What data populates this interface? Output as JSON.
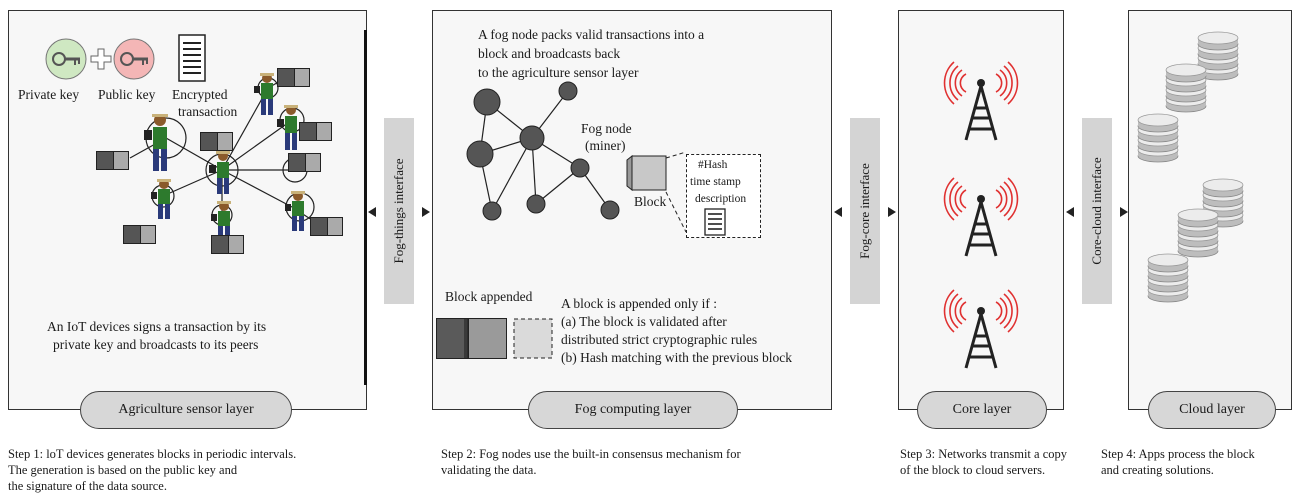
{
  "layers": {
    "agriculture": {
      "label": "Agriculture sensor layer",
      "private_key": "Private key",
      "public_key": "Public key",
      "encrypted_1": "Encrypted",
      "encrypted_2": "transaction",
      "desc_1": "An IoT devices signs a transaction by its",
      "desc_2": "private key and broadcasts to its peers"
    },
    "fog": {
      "label": "Fog computing layer",
      "title_1": "A fog node packs valid transactions into a",
      "title_2": "block and broadcasts back",
      "title_3": "to the agriculture sensor layer",
      "fog_node_1": "Fog node",
      "fog_node_2": "(miner)",
      "hash": "#Hash",
      "timestamp": "time stamp",
      "description": "description",
      "block": "Block",
      "block_appended": "Block appended",
      "rule_0": "A block is appended only if :",
      "rule_1": "(a) The block is validated after",
      "rule_2": "distributed strict cryptographic rules",
      "rule_3": "(b) Hash matching with the previous block"
    },
    "core": {
      "label": "Core layer"
    },
    "cloud": {
      "label": "Cloud layer"
    }
  },
  "interfaces": {
    "fog_things": "Fog-things interface",
    "fog_core": "Fog-core interface",
    "core_cloud": "Core-cloud interface"
  },
  "steps": {
    "step1_1": "Step 1: loT devices generates blocks in periodic intervals.",
    "step1_2": "The generation is based on the public key and",
    "step1_3": "the signature of the data source.",
    "step2_1": "Step 2: Fog nodes use the built-in consensus mechanism for",
    "step2_2": "validating the data.",
    "step3_1": "Step 3: Networks transmit a copy",
    "step3_2": "of the block to cloud servers.",
    "step4_1": "Step 4: Apps process the block",
    "step4_2": "and creating solutions."
  },
  "icons": {
    "private_key": "key-icon",
    "public_key": "key-icon",
    "plus": "plus-icon",
    "document": "document-icon",
    "farmer": "farmer-sensor-icon",
    "device": "device-icon",
    "tower": "radio-tower-icon",
    "database": "database-icon"
  },
  "colors": {
    "panel_bg": "#f7f7f7",
    "pill_bg": "#d7d7d7",
    "interface_bg": "#d4d4d4",
    "node": "#555555",
    "signal": "#e03030",
    "private_key": "#cfe8c2",
    "public_key": "#f4b6b6"
  }
}
